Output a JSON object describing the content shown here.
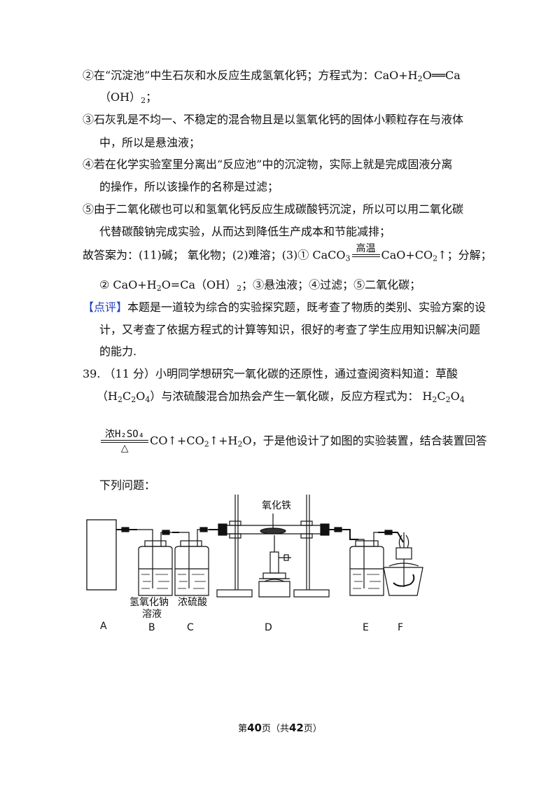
{
  "lines": {
    "l1a": "②在“沉淀池”中生石灰和水反应生成氢氧化钙；方程式为：CaO+H",
    "l1b": "2",
    "l1c": "O══Ca",
    "l2a": "（OH）",
    "l2b": "2",
    "l2c": "；",
    "l3": "③石灰乳是不均一、不稳定的混合物且是以氢氧化钙的固体小颗粒存在与液体",
    "l4": "中，所以是悬浊液；",
    "l5": "④若在化学实验室里分离出“反应池”中的沉淀物，实际上就是完成固液分离",
    "l6": "的操作，所以该操作的名称是过滤；",
    "l7": "⑤由于二氧化碳也可以和氢氧化钙反应生成碳酸钙沉淀，所以可以用二氧化碳",
    "l8": "代替碳酸钠完成实验，从而达到降低生产成本和节能减排；",
    "ans_pre": "故答案为：(11)碱； 氧化物；(2)难溶；(3)① CaCO",
    "ans_sub3": "3",
    "ans_cond": "高温",
    "ans_post": "CaO+CO",
    "ans_sub2": "2",
    "ans_end": "↑；分解；",
    "ans2a": "② CaO+H",
    "ans2b": "2",
    "ans2c": "O=Ca（OH）",
    "ans2d": "2",
    "ans2e": "；③悬浊液；④过滤；⑤二氧化碳；",
    "comment_tag": "【点评】",
    "comment1": "本题是一道较为综合的实验探究题，既考查了物质的类别、实验方案的设",
    "comment2": "计，又考查了依据方程式的计算等知识，很好的考查了学生应用知识解决问题",
    "comment3": "的能力.",
    "q39a": "39.  （11 分）小明同学想研究一氧化碳的还原性，通过查阅资料知道：草酸",
    "q39b_1": "（H",
    "q39b_2": "2",
    "q39b_3": "C",
    "q39b_4": "2",
    "q39b_5": "O",
    "q39b_6": "4",
    "q39b_7": "）与浓硫酸混合加热会产生一氧化碳，反应方程式为：  H",
    "q39b_8": "2",
    "q39b_9": "C",
    "q39b_10": "2",
    "q39b_11": "O",
    "q39b_12": "4",
    "eq_top": "浓H₂SO₄",
    "eq_bot": "△",
    "eq_post": "CO↑+CO",
    "eq_sub": "2",
    "eq_post2": "↑+H",
    "eq_sub2": "2",
    "eq_post3": "O，于是他设计了如图的实验装置，结合装置回答",
    "q39c": "下列问题："
  },
  "figure": {
    "iron_oxide_label": "氧化铁",
    "naoh_label1": "氢氧化钠",
    "naoh_label2": "溶液",
    "acid_label": "浓硫酸",
    "letters": [
      "A",
      "B",
      "C",
      "D",
      "E",
      "F"
    ]
  },
  "footer": {
    "pre": "第",
    "page": "40",
    "mid": "页（共",
    "total": "42",
    "post": "页）"
  }
}
